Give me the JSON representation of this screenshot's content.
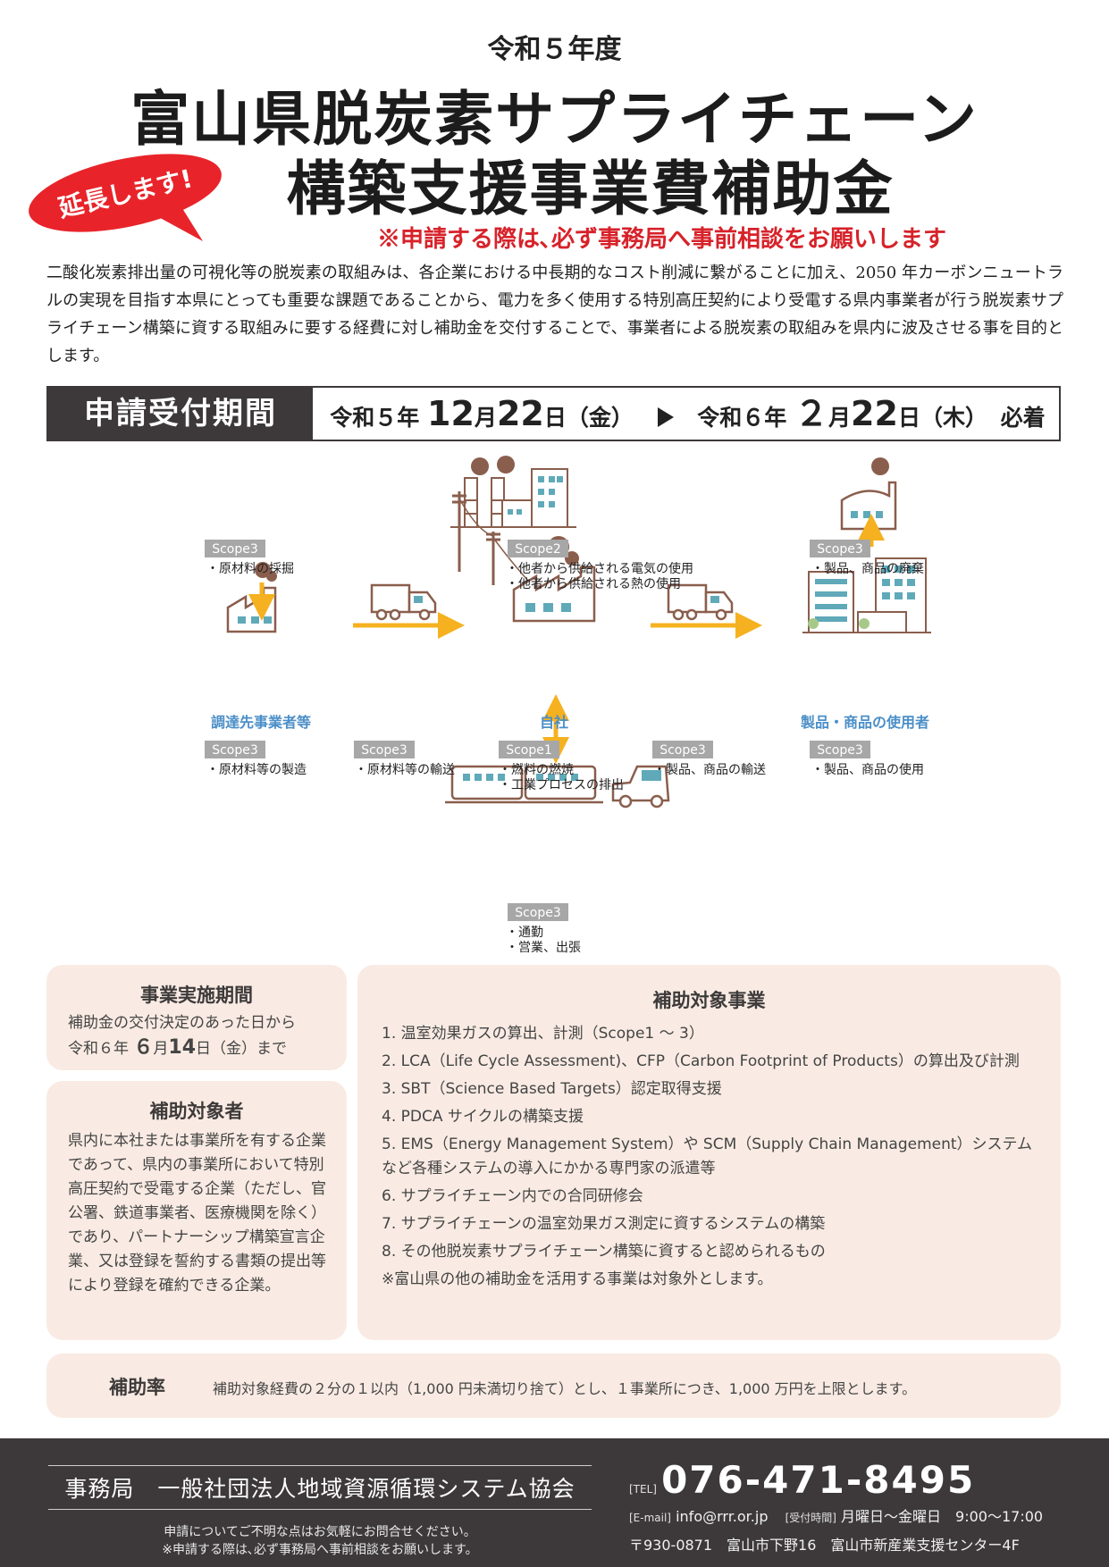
{
  "header": {
    "year": "令和５年度",
    "title_line1": "富山県脱炭素サプライチェーン",
    "title_line2": "構築支援事業費補助金",
    "badge": "延長します!",
    "notice": "※申請する際は､必ず事務局へ事前相談をお願いします"
  },
  "intro": "二酸化炭素排出量の可視化等の脱炭素の取組みは、各企業における中長期的なコスト削減に繋がることに加え、2050 年カーボンニュートラルの実現を目指す本県にとっても重要な課題であることから、電力を多く使用する特別高圧契約により受電する県内事業者が行う脱炭素サプライチェーン構築に資する取組みに要する経費に対し補助金を交付することで、事業者による脱炭素の取組みを県内に波及させる事を目的とします。",
  "period": {
    "label": "申請受付期間",
    "start_era": "令和５年",
    "start_month": "12",
    "start_day": "22",
    "start_dow": "日（金）",
    "end_era": "令和６年",
    "end_month": "２",
    "end_day": "22",
    "end_dow": "日（木）",
    "month_unit": "月",
    "suffix": "必着"
  },
  "diagram": {
    "tag_scope1": "Scope1",
    "tag_scope2": "Scope2",
    "tag_scope3": "Scope3",
    "supplier_label": "調達先事業者等",
    "self_label": "自社",
    "user_label": "製品・商品の使用者",
    "raw_extraction": "・原材料の採掘",
    "scope2_item1": "・他者から供給される電気の使用",
    "scope2_item2": "・他者から供給される熱の使用",
    "disposal": "・製品、商品の廃棄",
    "raw_manufacture": "・原材料等の製造",
    "raw_transport": "・原材料等の輸送",
    "scope1_item1": "・燃料の燃焼",
    "scope1_item2": "・工業プロセスの排出",
    "product_transport": "・製品、商品の輸送",
    "product_use": "・製品、商品の使用",
    "commute": "・通勤",
    "business_trip": "・営業、出張"
  },
  "implementation": {
    "title": "事業実施期間",
    "line1": "補助金の交付決定のあった日から",
    "line2_prefix": "令和６年",
    "month": "６",
    "month_unit": "月",
    "day": "14",
    "line2_suffix": "日（金）まで"
  },
  "eligible": {
    "title": "補助対象者",
    "text": "県内に本社または事業所を有する企業であって、県内の事業所において特別高圧契約で受電する企業（ただし、官公署、鉄道事業者、医療機関を除く）であり、パートナーシップ構築宣言企業、又は登録を誓約する書類の提出等により登録を確約できる企業。"
  },
  "projects": {
    "title": "補助対象事業",
    "items": [
      "1. 温室効果ガスの算出、計測（Scope1 ～ 3）",
      "2. LCA（Life Cycle Assessment)、CFP（Carbon Footprint of Products）の算出及び計測",
      "3. SBT（Science Based Targets）認定取得支援",
      "4. PDCA サイクルの構築支援",
      "5. EMS（Energy Management System）や SCM（Supply Chain Management）システムなど各種システムの導入にかかる専門家の派遣等",
      "6. サプライチェーン内での合同研修会",
      "7. サプライチェーンの温室効果ガス測定に資するシステムの構築",
      "8. その他脱炭素サプライチェーン構築に資すると認められるもの"
    ],
    "note": "※富山県の他の補助金を活用する事業は対象外とします。"
  },
  "rate": {
    "title": "補助率",
    "text": "補助対象経費の２分の１以内（1,000 円未満切り捨て）とし、１事業所につき、1,000 万円を上限とします。"
  },
  "footer": {
    "org": "事務局　一般社団法人地域資源循環システム協会",
    "note1": "申請についてご不明な点はお気軽にお問合せください。",
    "note2": "※申請する際は､必ず事務局へ事前相談をお願いします。",
    "tel_tag": "[TEL]",
    "tel": "076-471-8495",
    "email_tag": "[E-mail]",
    "email": "info@rrr.or.jp",
    "hours_tag": "[受付時間]",
    "hours": "月曜日～金曜日　9:00～17:00",
    "address": "〒930-0871　富山市下野16　富山市新産業支援センター4F"
  },
  "colors": {
    "accent_red": "#d7222a",
    "dark": "#3d393a",
    "panel": "#f9ebe3",
    "arrow": "#f5b120",
    "icon": "#8a5e4d",
    "label_blue": "#4b8fc8",
    "tag_gray": "#a7a7a7"
  }
}
